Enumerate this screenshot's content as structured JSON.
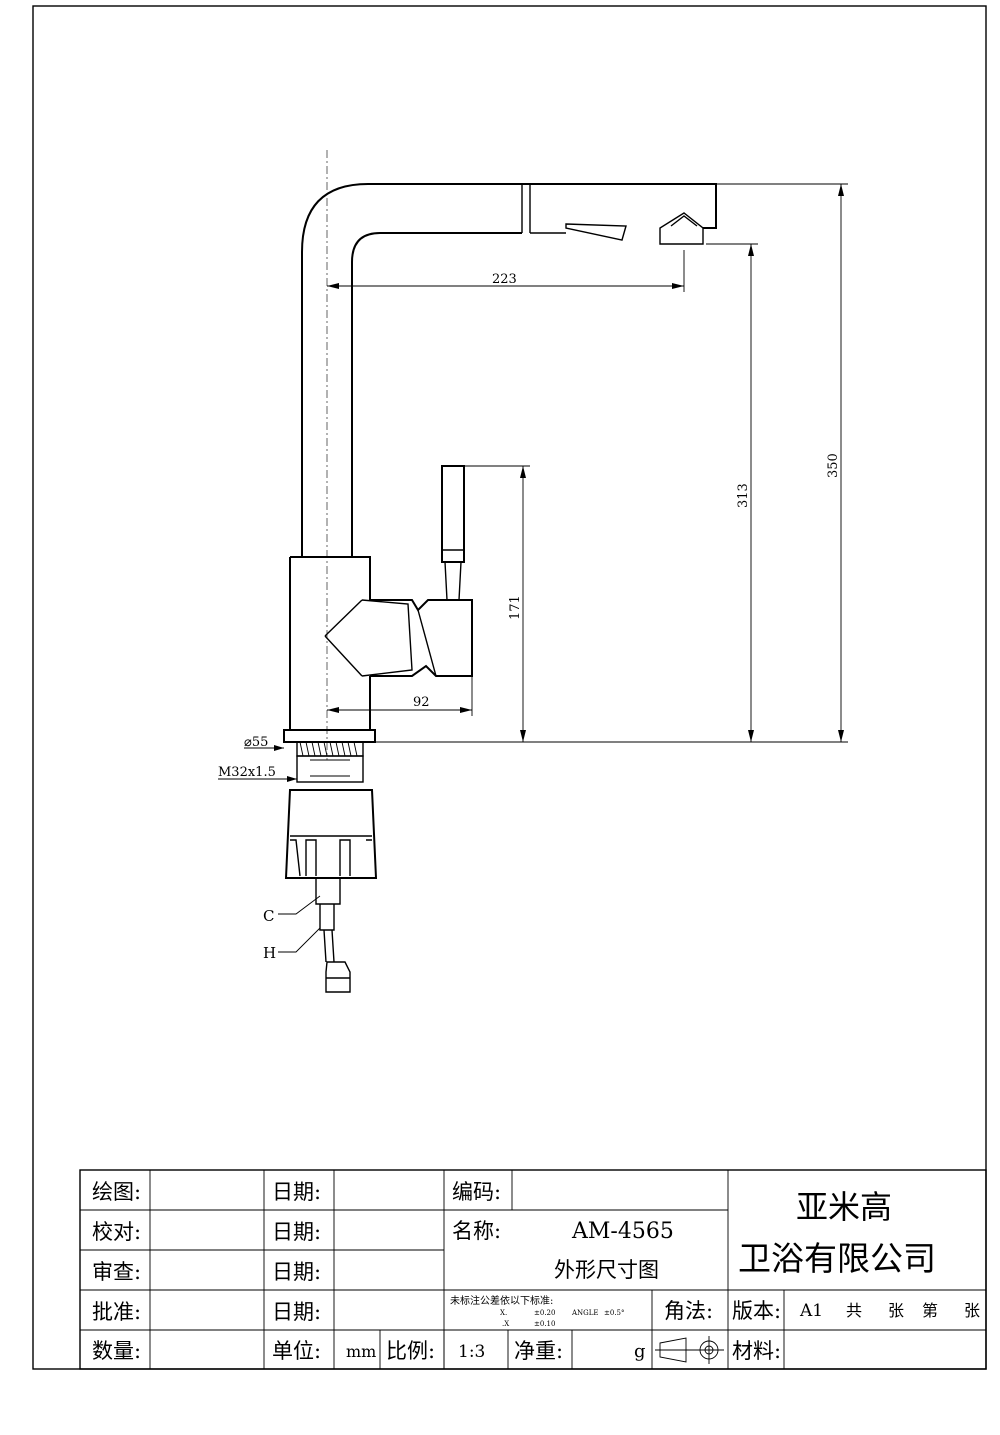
{
  "dimensions": {
    "d223": "223",
    "d313": "313",
    "d350": "350",
    "d171": "171",
    "d92": "92",
    "dia55": "⌀55",
    "thread": "M32x1.5",
    "label_c": "C",
    "label_h": "H"
  },
  "title_block": {
    "drawn_label": "绘图:",
    "checked_label": "校对:",
    "reviewed_label": "审查:",
    "approved_label": "批准:",
    "quantity_label": "数量:",
    "date_label_1": "日期:",
    "date_label_2": "日期:",
    "date_label_3": "日期:",
    "date_label_4": "日期:",
    "unit_label": "单位:",
    "unit_value": "mm",
    "scale_label": "比例:",
    "scale_value": "1:3",
    "code_label": "编码:",
    "name_label": "名称:",
    "model": "AM-4565",
    "drawing_type": "外形尺寸图",
    "tolerance_title": "未标注公差依以下标准:",
    "tol_x": "X.",
    "tol_x_value": "±0.20",
    "tol_angle": "ANGLE",
    "tol_angle_value": "±0.5°",
    "tol_xx": ".X",
    "tol_xx_value": "±0.10",
    "projection_label": "角法:",
    "net_weight_label": "净重:",
    "net_weight_unit": "g",
    "company_line1": "亚米高",
    "company_line2": "卫浴有限公司",
    "version_label": "版本:",
    "version_value": "A1",
    "sheets_total": "共",
    "sheets_word1": "张",
    "sheets_no": "第",
    "sheets_word2": "张",
    "material_label": "材料:"
  }
}
